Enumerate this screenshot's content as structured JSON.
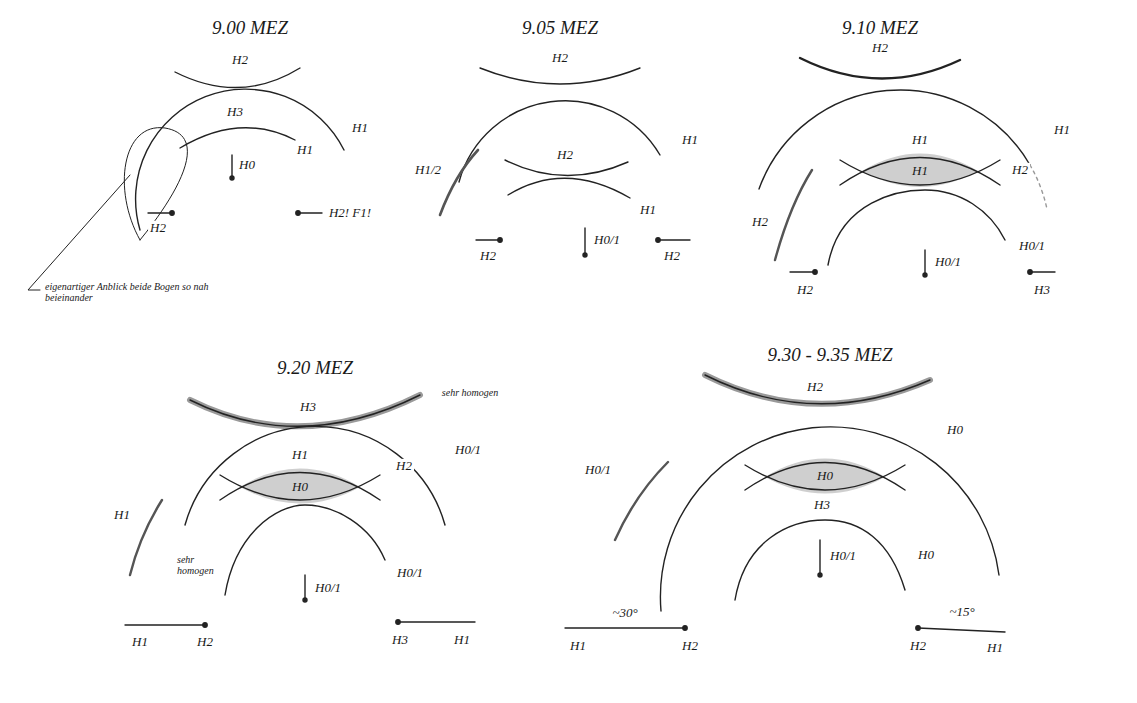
{
  "diagram": {
    "labels": [
      "9.00 MEZ",
      "H2",
      "H1",
      "H3",
      "H1",
      "H0",
      "H2",
      "H2! F1!",
      "eigenartiger Anblick beide Bogen so nah beieinander",
      "9.05 MEZ",
      "H2",
      "H1",
      "H1/2",
      "H2",
      "H1",
      "H0/1",
      "H2",
      "H2",
      "9.10 MEZ",
      "H2",
      "H1",
      "H2",
      "H1",
      "H1",
      "H2",
      "H0/1",
      "H0/1",
      "H2",
      "H3",
      "9.20 MEZ",
      "H3",
      "sehr homogen",
      "H0/1",
      "H1",
      "H1",
      "H0",
      "sehr homogen",
      "H2",
      "H0/1",
      "H0/1",
      "H1",
      "H2",
      "H3",
      "H1",
      "9.30 - 9.35 MEZ",
      "H2",
      "H0",
      "H0/1",
      "H0",
      "H3",
      "H0",
      "H0/1",
      "~30°",
      "H1",
      "H2",
      "~15°",
      "H2",
      "H1"
    ]
  }
}
